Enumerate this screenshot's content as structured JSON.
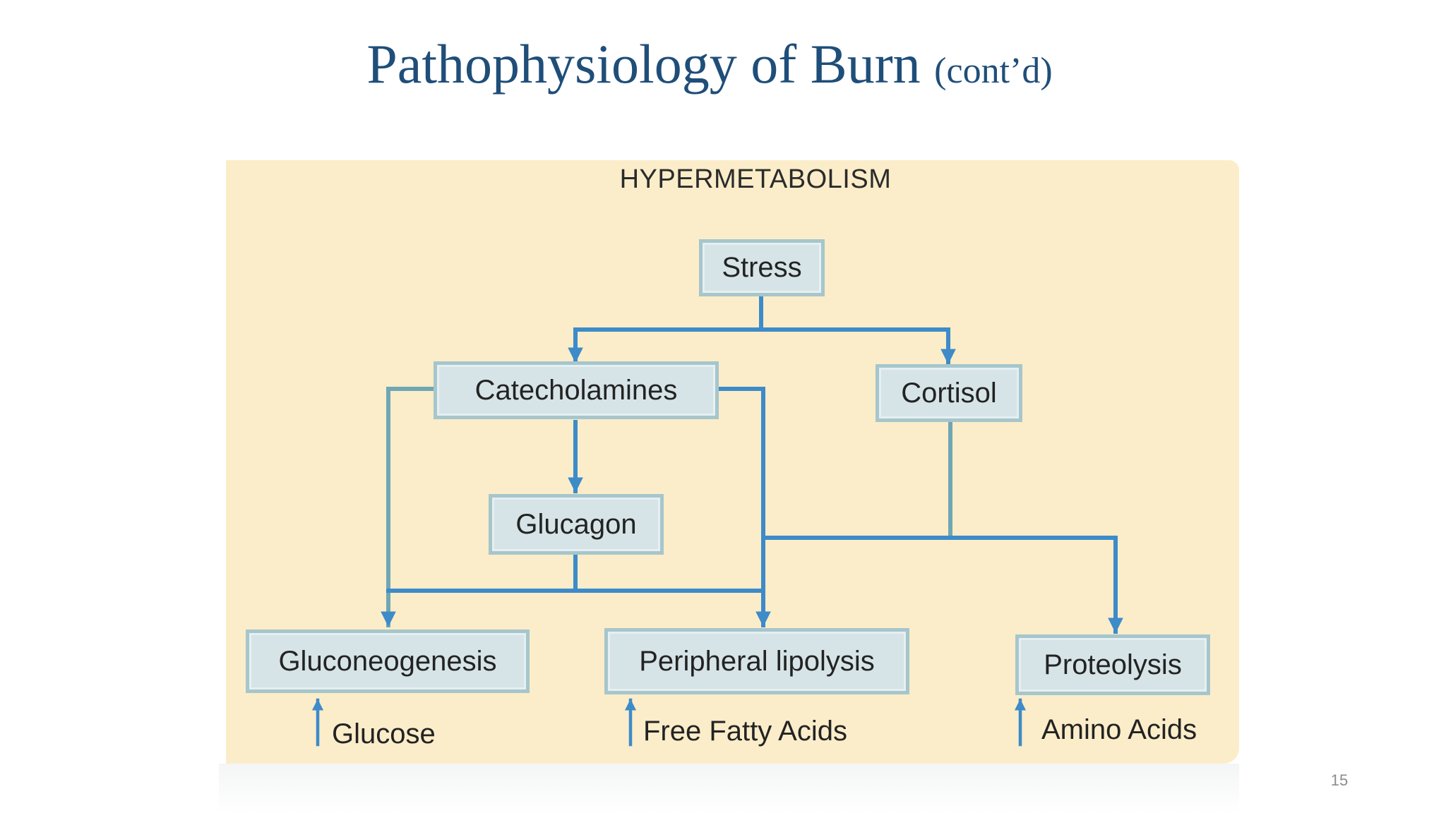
{
  "slide": {
    "title": "Pathophysiology of Burn",
    "title_suffix": "(cont’d)",
    "page_number": "15"
  },
  "diagram": {
    "heading": "HYPERMETABOLISM",
    "nodes": {
      "stress": "Stress",
      "catecholamines": "Catecholamines",
      "cortisol": "Cortisol",
      "glucagon": "Glucagon",
      "gluconeogenesis": "Gluconeogenesis",
      "peripheral_lipolysis": "Peripheral lipolysis",
      "proteolysis": "Proteolysis"
    },
    "results": {
      "glucose": "Glucose",
      "free_fatty_acids": "Free Fatty Acids",
      "amino_acids": "Amino Acids"
    },
    "colors": {
      "panel": "#fbedc9",
      "arrow": "#3d8bc9",
      "box_fill": "#d6e4e7",
      "box_border": "#a6c6cc",
      "title": "#1f4e79"
    }
  }
}
